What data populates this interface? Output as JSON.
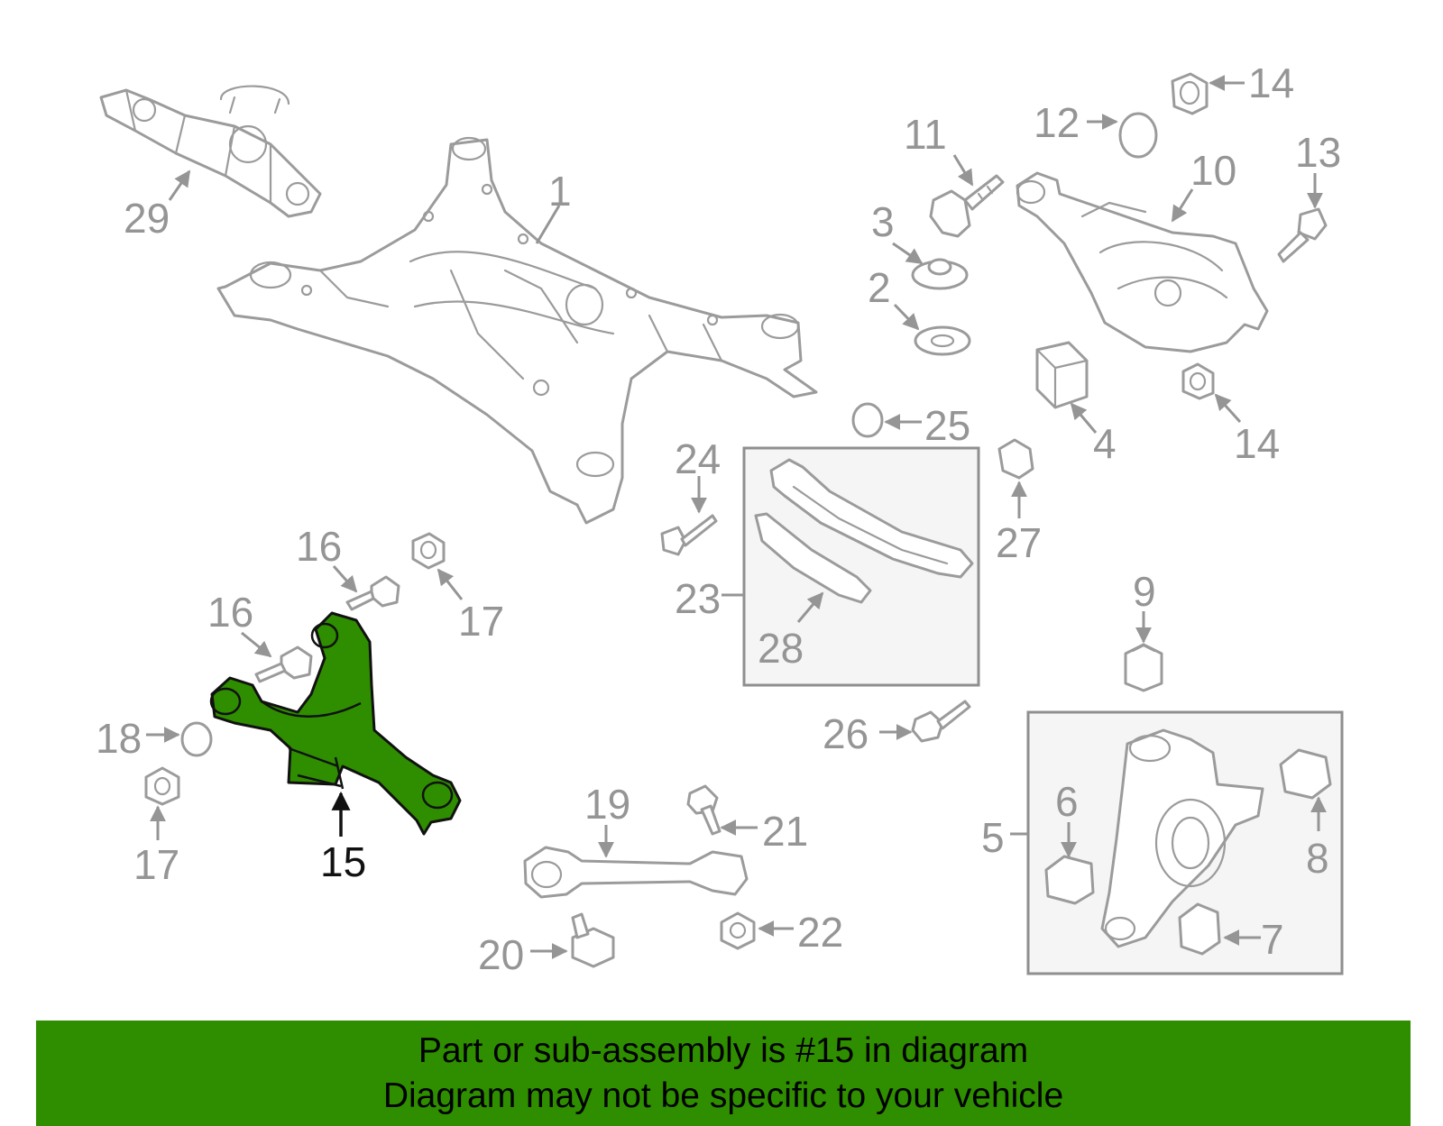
{
  "diagram": {
    "highlight_color": "#2e8e00",
    "callouts": {
      "c1": "1",
      "c2": "2",
      "c3": "3",
      "c4": "4",
      "c5": "5",
      "c6": "6",
      "c7": "7",
      "c8": "8",
      "c9": "9",
      "c10": "10",
      "c11": "11",
      "c12": "12",
      "c13": "13",
      "c14a": "14",
      "c14b": "14",
      "c15": "15",
      "c16a": "16",
      "c16b": "16",
      "c17a": "17",
      "c17b": "17",
      "c18": "18",
      "c19": "19",
      "c20": "20",
      "c21": "21",
      "c22": "22",
      "c23": "23",
      "c24": "24",
      "c25": "25",
      "c26": "26",
      "c27": "27",
      "c28": "28",
      "c29": "29"
    }
  },
  "banner": {
    "line1": "Part or sub-assembly is #15 in diagram",
    "line2": "Diagram may not be specific to your vehicle"
  }
}
